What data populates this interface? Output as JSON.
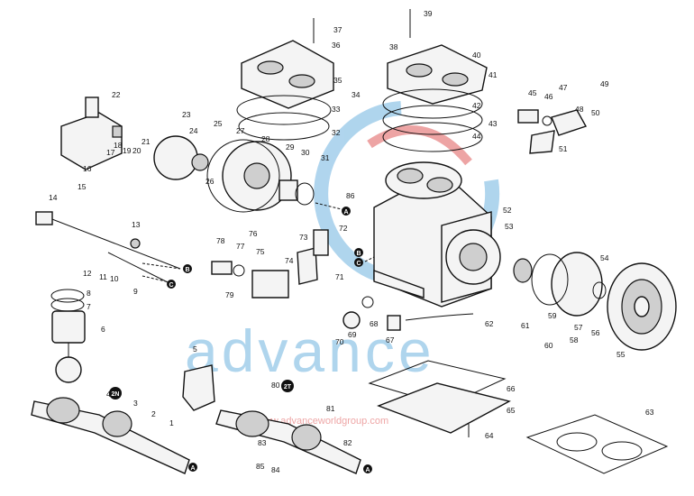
{
  "watermark": {
    "word": "advance",
    "url": "www.advanceworldgroup.com",
    "color_blue": "#6fb3e0",
    "color_red": "#e05a5a"
  },
  "badges": [
    "2N",
    "2T"
  ],
  "marker_letters": [
    "A",
    "B",
    "C"
  ],
  "labels": [
    "1",
    "2",
    "3",
    "4",
    "5",
    "6",
    "7",
    "8",
    "9",
    "10",
    "11",
    "12",
    "13",
    "14",
    "15",
    "16",
    "17",
    "18",
    "19",
    "20",
    "21",
    "22",
    "23",
    "24",
    "25",
    "26",
    "27",
    "28",
    "29",
    "30",
    "31",
    "32",
    "33",
    "34",
    "35",
    "36",
    "37",
    "38",
    "39",
    "40",
    "41",
    "42",
    "43",
    "44",
    "45",
    "46",
    "47",
    "48",
    "49",
    "50",
    "51",
    "52",
    "53",
    "54",
    "55",
    "56",
    "57",
    "58",
    "59",
    "60",
    "61",
    "62",
    "63",
    "64",
    "65",
    "66",
    "67",
    "68",
    "69",
    "70",
    "71",
    "72",
    "73",
    "74",
    "75",
    "76",
    "77",
    "78",
    "79",
    "80",
    "81",
    "82",
    "83",
    "84",
    "85",
    "86"
  ]
}
